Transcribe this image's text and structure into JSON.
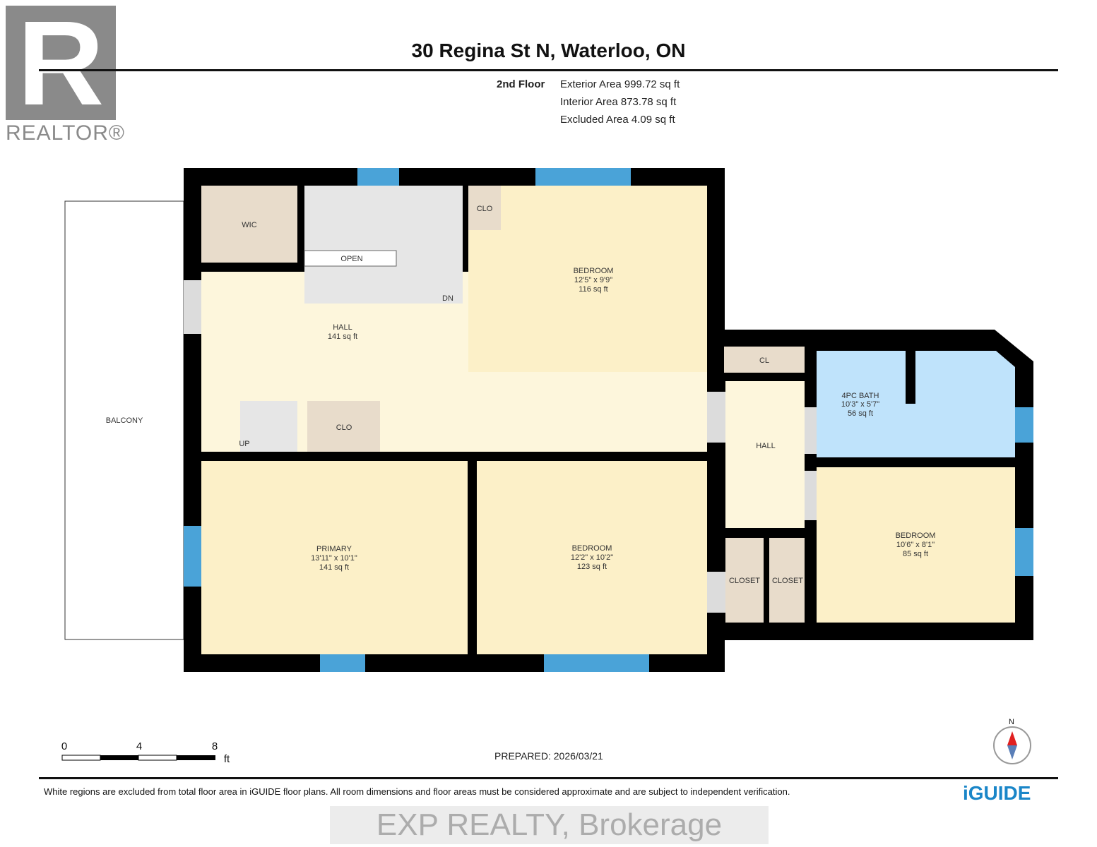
{
  "header": {
    "title": "30 Regina St N, Waterloo, ON",
    "floor": "2nd Floor",
    "exterior_area": "Exterior Area 999.72 sq ft",
    "interior_area": "Interior Area 873.78 sq ft",
    "excluded_area": "Excluded Area 4.09 sq ft"
  },
  "logo": {
    "text": "REALTOR®",
    "letter": "R"
  },
  "rooms": {
    "wic": {
      "name": "WIC"
    },
    "open": {
      "name": "OPEN"
    },
    "dn": {
      "name": "DN"
    },
    "up": {
      "name": "UP"
    },
    "clo_top": {
      "name": "CLO"
    },
    "bedroom1": {
      "name": "BEDROOM",
      "dims": "12'5\" x 9'9\"",
      "area": "116 sq ft"
    },
    "hall1": {
      "name": "HALL",
      "area": "141 sq ft"
    },
    "clo": {
      "name": "CLO"
    },
    "balcony": {
      "name": "BALCONY"
    },
    "primary": {
      "name": "PRIMARY",
      "dims": "13'11\" x 10'1\"",
      "area": "141 sq ft"
    },
    "bedroom2": {
      "name": "BEDROOM",
      "dims": "12'2\" x 10'2\"",
      "area": "123 sq ft"
    },
    "cl": {
      "name": "CL"
    },
    "hall2": {
      "name": "HALL"
    },
    "bath": {
      "name": "4PC BATH",
      "dims": "10'3\" x 5'7\"",
      "area": "56 sq ft"
    },
    "bedroom3": {
      "name": "BEDROOM",
      "dims": "10'6\" x 8'1\"",
      "area": "85 sq ft"
    },
    "closet1": {
      "name": "CLOSET"
    },
    "closet2": {
      "name": "CLOSET"
    }
  },
  "colors": {
    "wall": "#000000",
    "bedroom": "#fcf0c8",
    "hall": "#fdf6dc",
    "closet": "#e8dccb",
    "bath": "#bfe3fb",
    "window": "#4aa3d8",
    "stairs": "#e6e6e6"
  },
  "scale": {
    "ticks": [
      "0",
      "4",
      "8"
    ],
    "unit": "ft"
  },
  "compass": {
    "label": "N"
  },
  "footer": {
    "prepared": "PREPARED: 2026/03/21",
    "disclaimer": "White regions are excluded from total floor area in iGUIDE floor plans. All room dimensions and floor areas must be considered approximate and are subject to independent verification.",
    "watermark": "EXP REALTY, Brokerage",
    "brand": "iGUIDE"
  }
}
